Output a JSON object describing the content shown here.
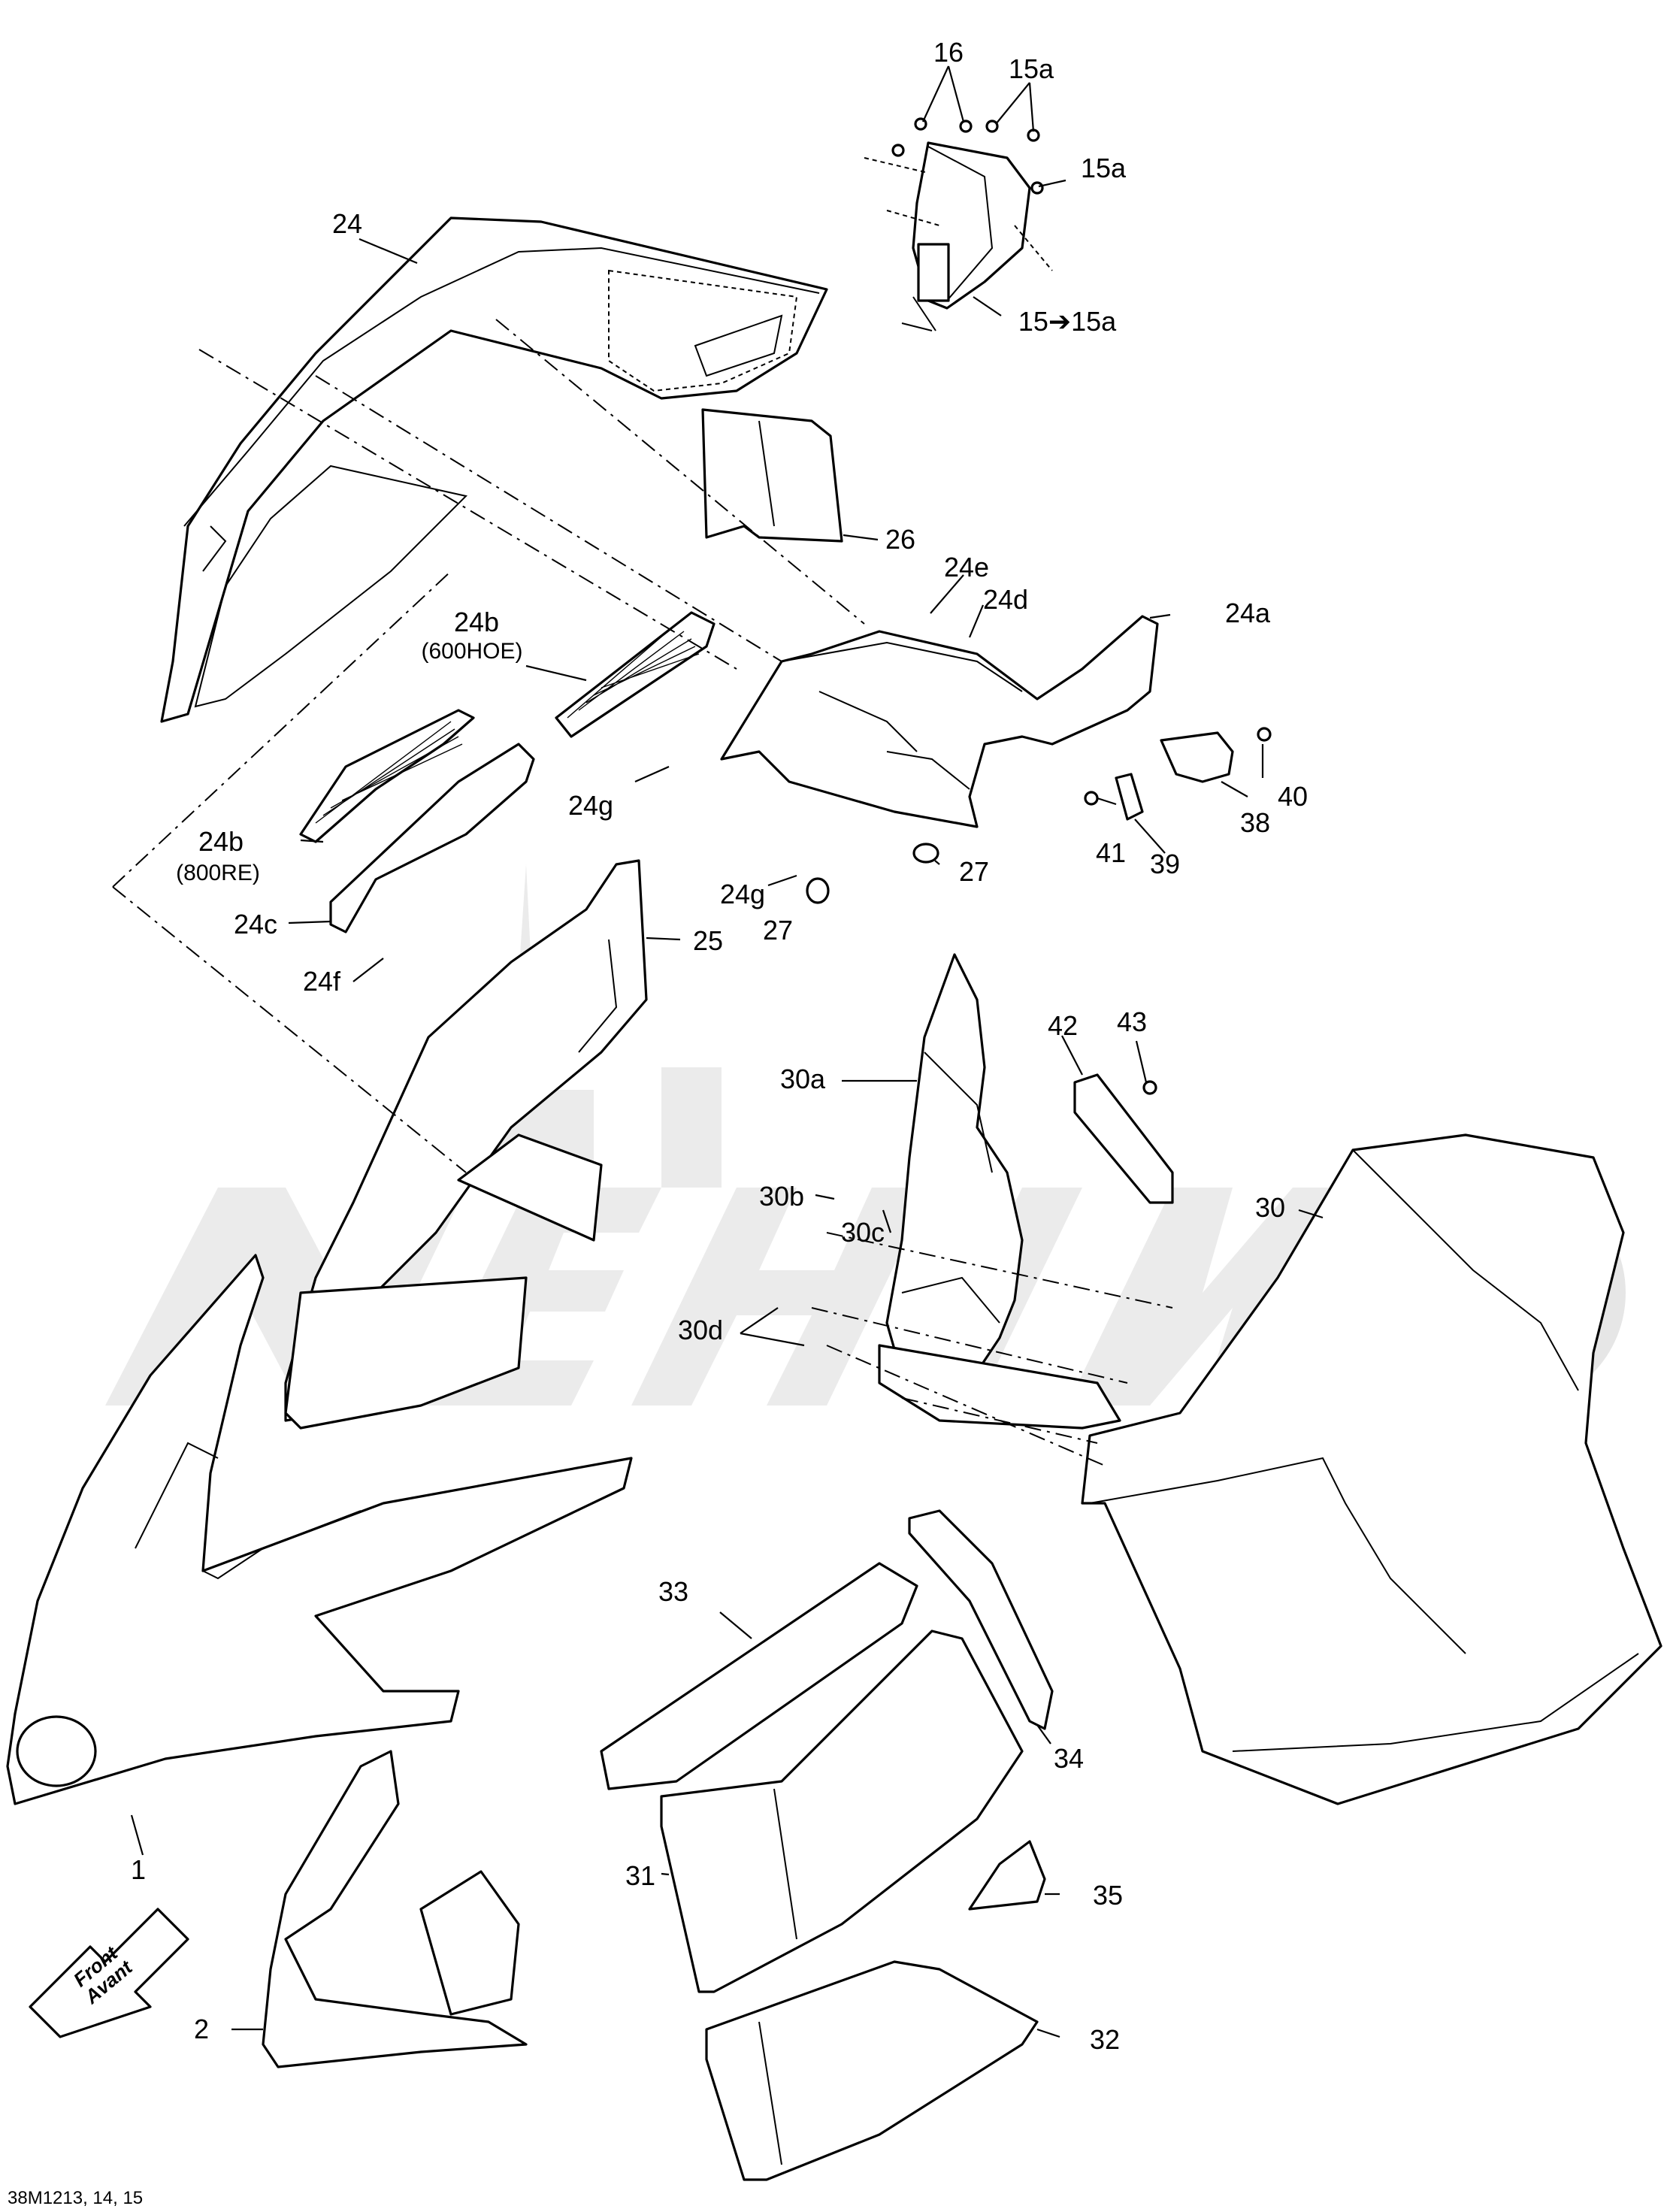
{
  "callouts": [
    {
      "id": "16",
      "text": "16"
    },
    {
      "id": "15a-top",
      "text": "15a"
    },
    {
      "id": "15a-right",
      "text": "15a"
    },
    {
      "id": "15-to-15a",
      "text": "15➔15a"
    },
    {
      "id": "24",
      "text": "24"
    },
    {
      "id": "26",
      "text": "26"
    },
    {
      "id": "24e",
      "text": "24e"
    },
    {
      "id": "24d",
      "text": "24d"
    },
    {
      "id": "24a",
      "text": "24a"
    },
    {
      "id": "24b-600",
      "text": "24b"
    },
    {
      "id": "24b-600-note",
      "text": "(600HOE)"
    },
    {
      "id": "24b-800",
      "text": "24b"
    },
    {
      "id": "24b-800-note",
      "text": "(800RE)"
    },
    {
      "id": "24c",
      "text": "24c"
    },
    {
      "id": "24f",
      "text": "24f"
    },
    {
      "id": "24g-left",
      "text": "24g"
    },
    {
      "id": "24g-bottom",
      "text": "24g"
    },
    {
      "id": "27-right",
      "text": "27"
    },
    {
      "id": "27-bottom",
      "text": "27"
    },
    {
      "id": "40",
      "text": "40"
    },
    {
      "id": "38",
      "text": "38"
    },
    {
      "id": "41",
      "text": "41"
    },
    {
      "id": "39",
      "text": "39"
    },
    {
      "id": "25",
      "text": "25"
    },
    {
      "id": "42",
      "text": "42"
    },
    {
      "id": "43",
      "text": "43"
    },
    {
      "id": "30a",
      "text": "30a"
    },
    {
      "id": "30b",
      "text": "30b"
    },
    {
      "id": "30c",
      "text": "30c"
    },
    {
      "id": "30d",
      "text": "30d"
    },
    {
      "id": "30",
      "text": "30"
    },
    {
      "id": "33",
      "text": "33"
    },
    {
      "id": "34",
      "text": "34"
    },
    {
      "id": "31",
      "text": "31"
    },
    {
      "id": "35",
      "text": "35"
    },
    {
      "id": "32",
      "text": "32"
    },
    {
      "id": "1",
      "text": "1"
    },
    {
      "id": "2",
      "text": "2"
    }
  ],
  "front_badge": {
    "line1": "Front",
    "line2": "Avant"
  },
  "footer": {
    "drawing_code": "38M1213, 14, 15"
  },
  "watermark_color": "#e6e6e6",
  "line_color": "#000000"
}
